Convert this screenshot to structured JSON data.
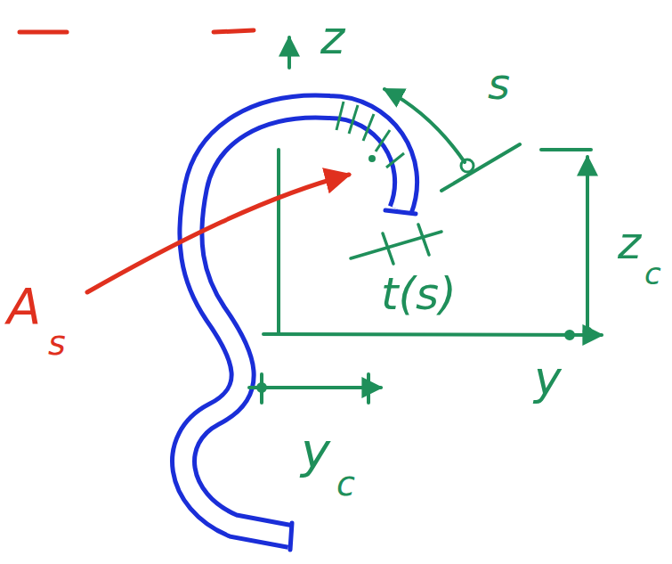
{
  "diagram": {
    "labels": [
      "z",
      "s",
      "A",
      "s",
      "t(s)",
      "z",
      "c",
      "y",
      "y",
      "c"
    ]
  }
}
